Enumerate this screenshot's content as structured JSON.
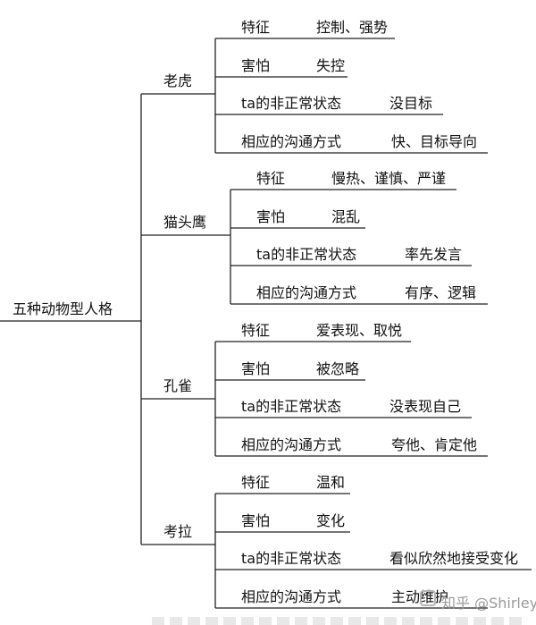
{
  "root": {
    "label": "五种动物型人格"
  },
  "groups": [
    {
      "label": "老虎",
      "rows": [
        {
          "key": "特征",
          "value": "控制、强势"
        },
        {
          "key": "害怕",
          "value": "失控"
        },
        {
          "key": "ta的非正常状态",
          "value": "没目标"
        },
        {
          "key": "相应的沟通方式",
          "value": "快、目标导向"
        }
      ]
    },
    {
      "label": "猫头鹰",
      "rows": [
        {
          "key": "特征",
          "value": "慢热、谨慎、严谨"
        },
        {
          "key": "害怕",
          "value": "混乱"
        },
        {
          "key": "ta的非正常状态",
          "value": "率先发言"
        },
        {
          "key": "相应的沟通方式",
          "value": "有序、逻辑"
        }
      ]
    },
    {
      "label": "孔雀",
      "rows": [
        {
          "key": "特征",
          "value": "爱表现、取悦"
        },
        {
          "key": "害怕",
          "value": "被忽略"
        },
        {
          "key": "ta的非正常状态",
          "value": "没表现自己"
        },
        {
          "key": "相应的沟通方式",
          "value": "夸他、肯定他"
        }
      ]
    },
    {
      "label": "考拉",
      "rows": [
        {
          "key": "特征",
          "value": "温和"
        },
        {
          "key": "害怕",
          "value": "变化"
        },
        {
          "key": "ta的非正常状态",
          "value": "看似欣然地接受变化"
        },
        {
          "key": "相应的沟通方式",
          "value": "主动维护"
        }
      ]
    }
  ],
  "watermark": {
    "text": "知乎 @Shirley"
  }
}
